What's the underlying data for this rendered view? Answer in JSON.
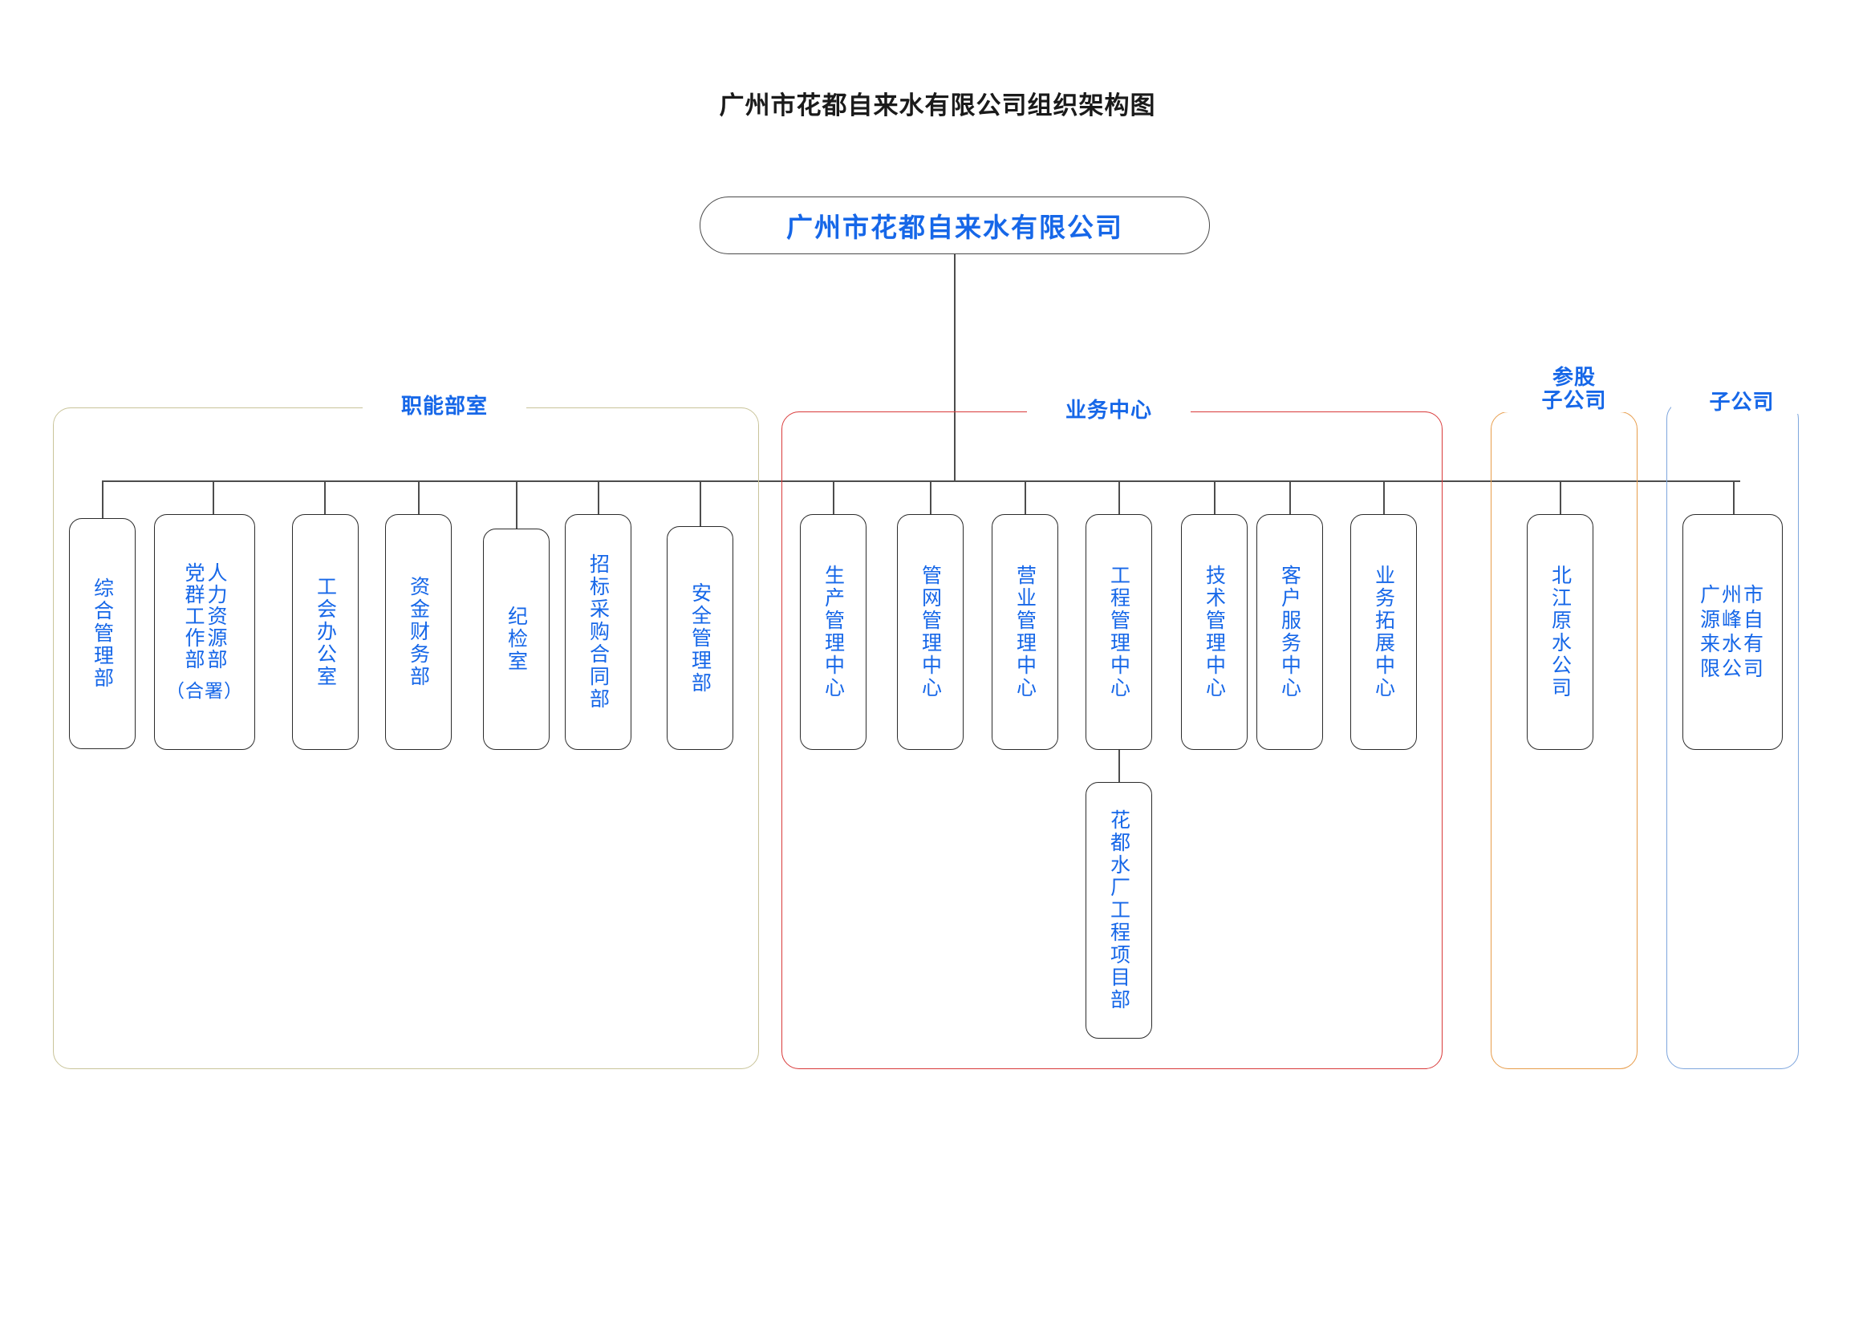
{
  "title": "广州市花都自来水有限公司组织架构图",
  "root": {
    "label": "广州市花都自来水有限公司",
    "color": "#1667e8"
  },
  "groups": [
    {
      "key": "functional",
      "caption": "职能部室",
      "border_color": "#c9c49a",
      "units": [
        {
          "label": "综合管理部"
        },
        {
          "label_cols": [
            "党群工作部",
            "人力资源部"
          ],
          "note": "（合署）"
        },
        {
          "label": "工会办公室"
        },
        {
          "label": "资金财务部"
        },
        {
          "label": "纪检室"
        },
        {
          "label": "招标采购合同部"
        },
        {
          "label": "安全管理部"
        }
      ]
    },
    {
      "key": "business",
      "caption": "业务中心",
      "border_color": "#d93a3a",
      "units": [
        {
          "label": "生产管理中心"
        },
        {
          "label": "管网管理中心"
        },
        {
          "label": "营业管理中心"
        },
        {
          "label": "工程管理中心",
          "child": {
            "label": "花都水厂工程项目部"
          }
        },
        {
          "label": "技术管理中心"
        },
        {
          "label": "客户服务中心"
        },
        {
          "label": "业务拓展中心"
        }
      ]
    },
    {
      "key": "equity",
      "caption": "参股\n子公司",
      "border_color": "#e79c4a",
      "units": [
        {
          "label": "北江原水公司"
        }
      ]
    },
    {
      "key": "subsidiary",
      "caption": "子公司",
      "border_color": "#7ea6dd",
      "units": [
        {
          "grid_label": "广州市源峰自来水有限公司"
        }
      ]
    }
  ]
}
